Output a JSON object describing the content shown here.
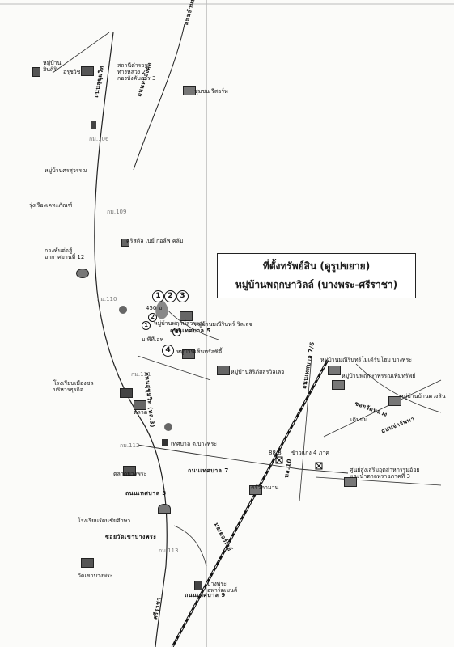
{
  "title": {
    "line1": "ที่ตั้งทรัพย์สิน (ดูรูปขยาย)",
    "line2": "หมู่บ้านพฤกษาวิลล์ (บางพระ-ศรีราชา)"
  },
  "markers": {
    "m1": "1",
    "m2": "2",
    "m3": "3",
    "m4": "4",
    "m1b": "1",
    "m2b": "2",
    "m3b": "3"
  },
  "places": {
    "moo_ban_sinsiri": "หมู่บ้าน\nสินศิริ",
    "ruchu_wit": "อรุชวิช",
    "station": "สถานีตำรวจ\nทางหลวง 2\nกองบังคับการ 3",
    "chumchon": "ชุมชน รีสอร์ท",
    "moo_ban_pattana": "หมู่บ้านศรสุวรรณ",
    "rungrueang": "รุ่งเรืองเคหะภัณฑ์",
    "christal": "คริสตัล เบย์ กอล์ฟ คลับ",
    "kong_bin": "กองพันต่อสู้\nอากาศยานที่ 12",
    "moo_ban_mani": "หมู่บ้านมณีรินทร์ วิลเลจ",
    "ptt": "บ.พีทีเอฟ",
    "moo_ban_wood": "หมู่บ้านพฤกษ์สุวรรณ",
    "moo_ban_center": "หมู่บ้านเซ็นทรัลซิตี้",
    "moo_ban_siri": "หมู่บ้านสิริภัสสรวิลเลจ",
    "school_municipal": "โรงเรียนเมืองชล\nบริหารธุรกิจ",
    "market": "ตลาด",
    "municipal": "เทศบาล ต.บางพระ",
    "talad_bangphra": "ตลาดบางพระ",
    "school_rattana": "โรงเรียนรัตนชัยศึกษา",
    "wat_khao": "วัดเขาบางพระ",
    "rattanaphon": "ครัวคามาน",
    "sq_886": "88/8",
    "kao_4": "ข้าวแกง 4 ภาค",
    "promotion": "ศูนย์ส่งเสริมอุตสาหกรรมอ้อย\nและน้ำตาลทรายภาคที่ 3",
    "moo_ban_mani2": "หมู่บ้านมณีรินทร์โมเดิร์นโฮม บางพระ",
    "moo_ban_phong": "หมู่บ้านพฤกษาพรรณเพิ่มทรัพย์",
    "moo_ban_duang": "หมู่บ้านบ้านดวงสิน",
    "dermnem": "เติมนม",
    "bangphra_apt": "บางพระ\nอพาร์ตเมนต์",
    "dist_450": "450 ม."
  },
  "roads": {
    "r1": "ถนนสุขุมวิท",
    "r2": "ถนนบ้านปากร่วม",
    "r3": "ถนนหนองค้อ",
    "r4": "ถนนเทศบาล 7",
    "r5": "ถนนเทศบาล 3",
    "r6": "ถนนเทศบาล 9",
    "r7": "ซอยวัดเขาบางพระ",
    "r8": "ถนนสุขุมวิท (ทล.3)",
    "r9": "ศรีราชา",
    "r10": "ถนนเทศบาล 7/6",
    "r11": "ซอยวัดหลวง",
    "r12": "ทล.10",
    "r13": "มอเตอร์เวย์",
    "r14": "ถนนจ่าวันทา",
    "r15": "ถนนเทศบาล 5"
  },
  "km": {
    "k106": "กม.106",
    "k109": "กม.109",
    "k110": "กม.110",
    "k111": "กม.111",
    "k112": "กม.112",
    "k113": "กม.113"
  }
}
